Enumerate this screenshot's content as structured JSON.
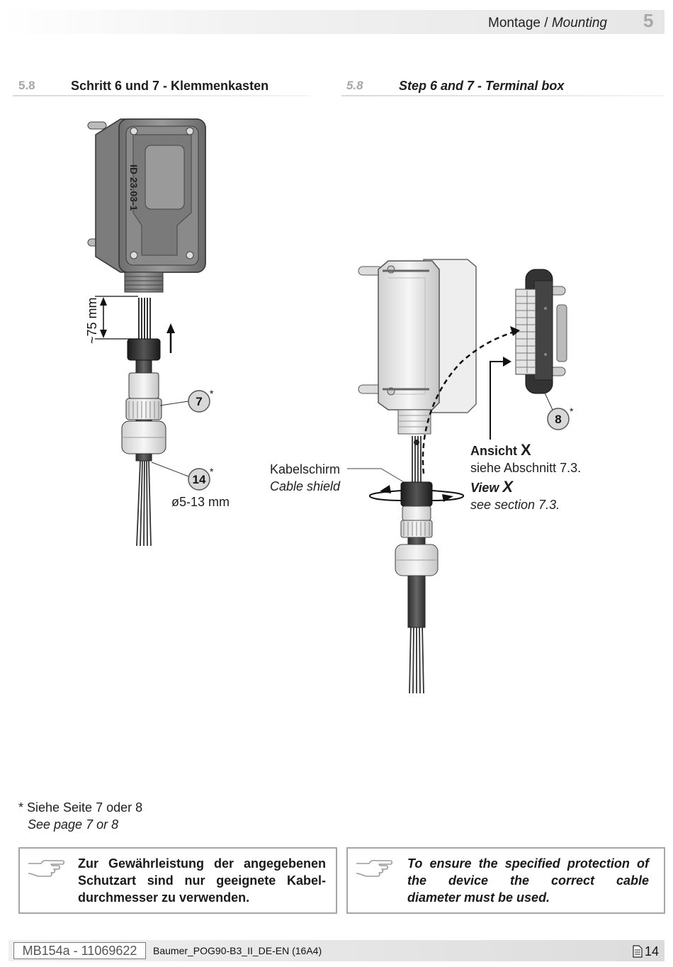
{
  "header": {
    "title_de": "Montage",
    "title_sep": " / ",
    "title_en": "Mounting",
    "chapter": "5"
  },
  "sections": {
    "left": {
      "number": "5.8",
      "title": "Schritt 6 und 7 - Klemmenkasten"
    },
    "right": {
      "number": "5.8",
      "title": "Step 6 and 7 - Terminal box"
    }
  },
  "figure": {
    "housing_text": "ID 23.03-1",
    "strip_length": "~75 mm",
    "callout_7": "7",
    "callout_14": "14",
    "callout_8": "8",
    "asterisk": "*",
    "diameter": "ø5-13 mm",
    "shield_de": "Kabelschirm",
    "shield_en": "Cable shield",
    "view_de_word": "Ansicht ",
    "view_de_x": "X",
    "view_de_ref": "siehe Abschnitt 7.3.",
    "view_en_word": "View ",
    "view_en_x": "X",
    "view_en_ref": "see section 7.3."
  },
  "footnote": {
    "de": "* Siehe Seite 7 oder 8",
    "en": "See page 7 or 8"
  },
  "notes": {
    "icon": "pointing-hand-icon",
    "de_line1": "Zur Gewährleistung der angegebenen",
    "de_line2": "Schutzart sind nur geeignete Kabel-",
    "de_line3": "durchmesser zu verwenden.",
    "en_line1": "To ensure the specified protection of",
    "en_line2": "the device the correct cable",
    "en_line3": "diameter must be used."
  },
  "footer": {
    "doc_id": "MB154a - 11069622",
    "doc_name": "Baumer_POG90-B3_II_DE-EN (16A4)",
    "page_icon": "document-icon",
    "page": "14"
  }
}
